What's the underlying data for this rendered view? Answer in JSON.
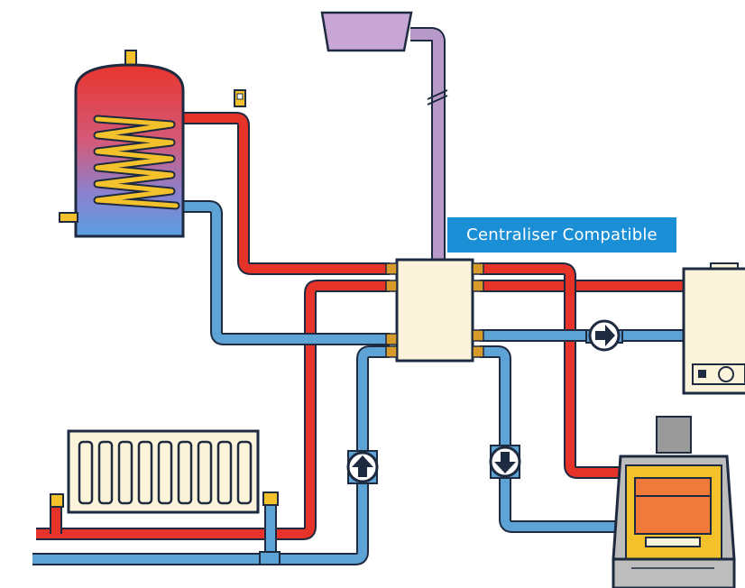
{
  "label": {
    "text": "Centraliser Compatible"
  },
  "colors": {
    "hot_pipe": "#e5332a",
    "cold_pipe": "#5ea3d6",
    "vent_pipe": "#b79ac9",
    "outline": "#1e2a40",
    "unit_fill": "#fbf4da",
    "coil": "#f3c12c",
    "fittings": "#d89b2a",
    "stove_fire": "#f07a3a",
    "label_bg": "#1a8fd6"
  },
  "icons": {
    "pump_right": "arrow-right-circle",
    "pump_up": "arrow-up-circle",
    "pump_down": "arrow-down-circle"
  }
}
